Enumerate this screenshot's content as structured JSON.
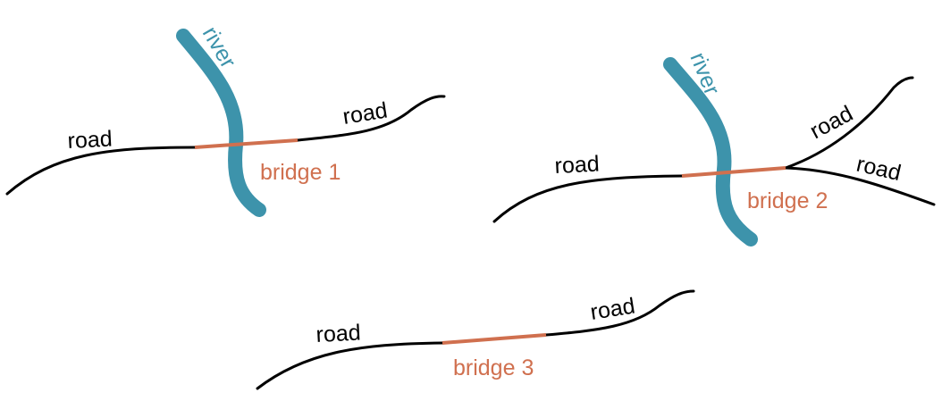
{
  "colors": {
    "road": "#000000",
    "bridge": "#d0704f",
    "river": "#3d93ab",
    "road_label": "#000000"
  },
  "scenes": [
    {
      "river_label": "river",
      "road_labels": [
        "road",
        "road"
      ],
      "bridge_label": "bridge 1"
    },
    {
      "river_label": "river",
      "road_labels": [
        "road",
        "road",
        "road"
      ],
      "bridge_label": "bridge 2"
    },
    {
      "road_labels": [
        "road",
        "road"
      ],
      "bridge_label": "bridge 3"
    }
  ]
}
